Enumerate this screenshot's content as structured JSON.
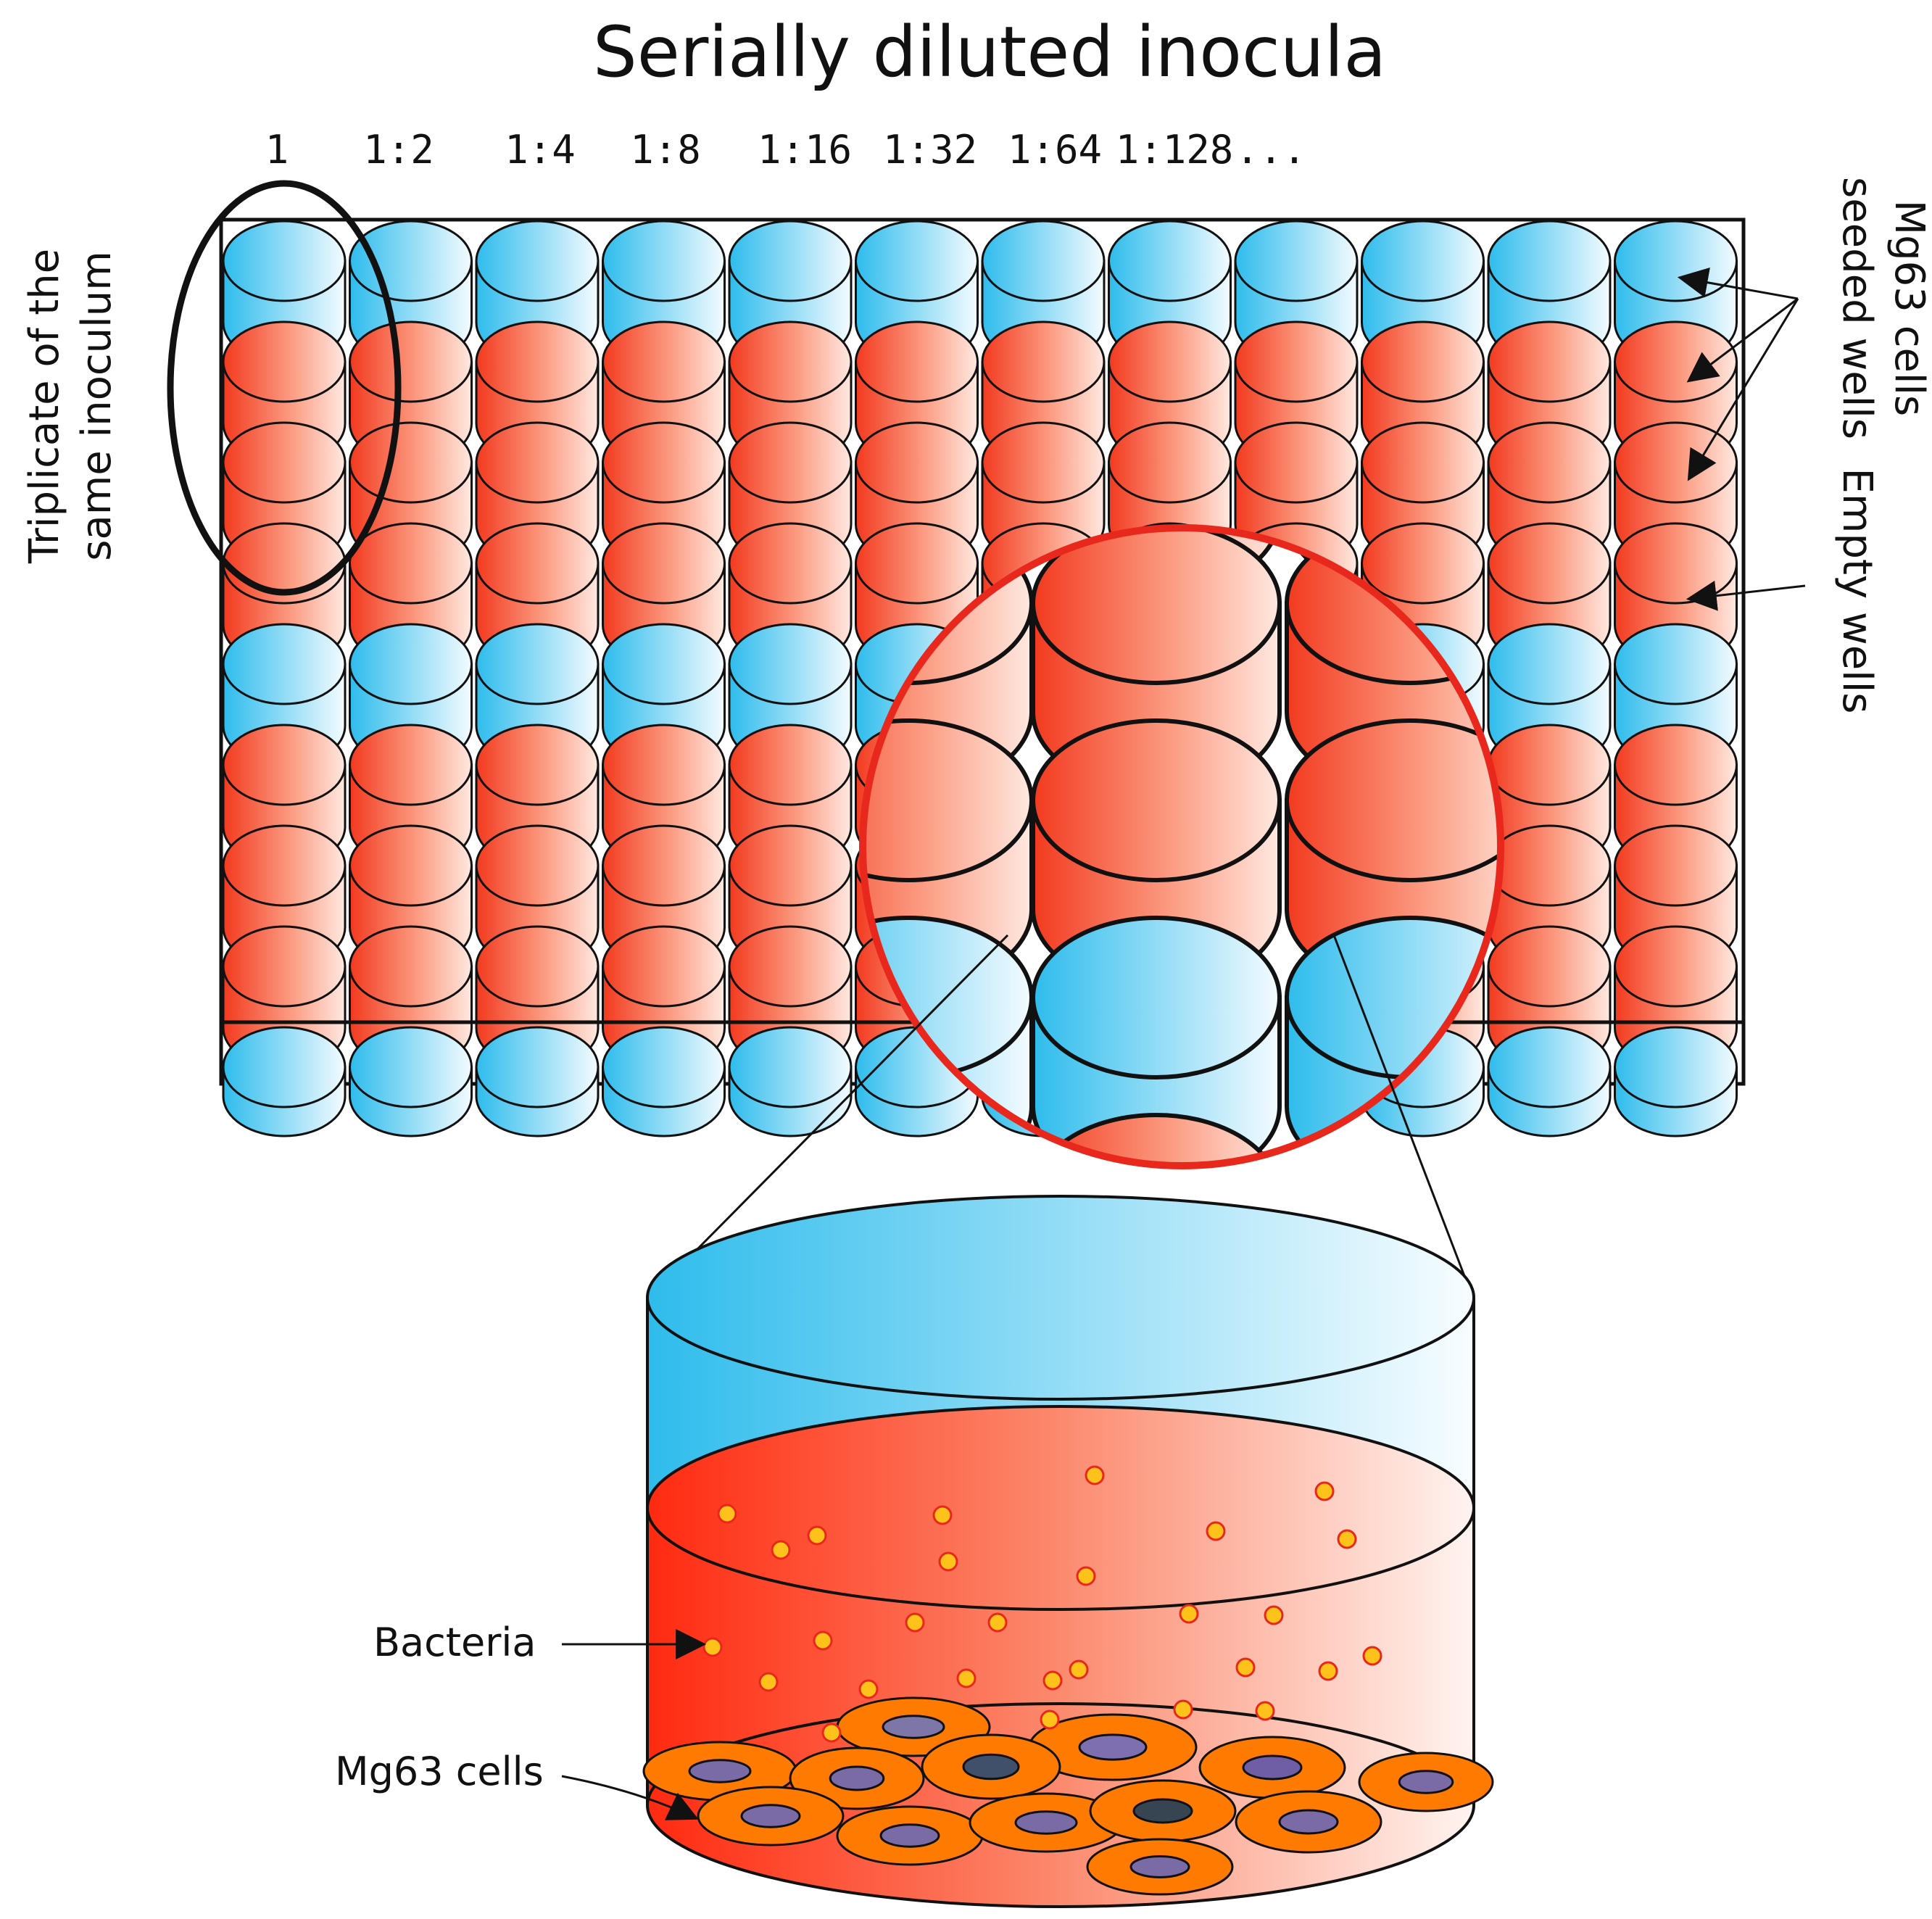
{
  "title": "Serially diluted inocula",
  "dilutions": [
    "1",
    "1:2",
    "1:4",
    "1:8",
    "1:16",
    "1:32",
    "1:64",
    "1:128",
    "..."
  ],
  "labels": {
    "triplicate": [
      "Triplicate of the",
      "same inoculum"
    ],
    "mg63_seeded": [
      "Mg63 cells",
      "seeded wells"
    ],
    "empty_wells": "Empty wells",
    "bacteria": "Bacteria",
    "mg63_cells": "Mg63 cells"
  },
  "plate": {
    "columns": 12,
    "rows": [
      "empty",
      "seeded",
      "seeded",
      "seeded",
      "empty",
      "seeded",
      "seeded",
      "seeded",
      "empty"
    ]
  },
  "colors": {
    "empty_well_dark": "#2ebcec",
    "empty_well_light": "#f4fbff",
    "seeded_well_dark": "#f23a1f",
    "seeded_well_light": "#ffe9e1",
    "magnifier_ring": "#e8281c",
    "bacteria": "#ffc21a",
    "cell_body": "#ff7a00",
    "cell_nucleus": "#7a6aa6"
  }
}
